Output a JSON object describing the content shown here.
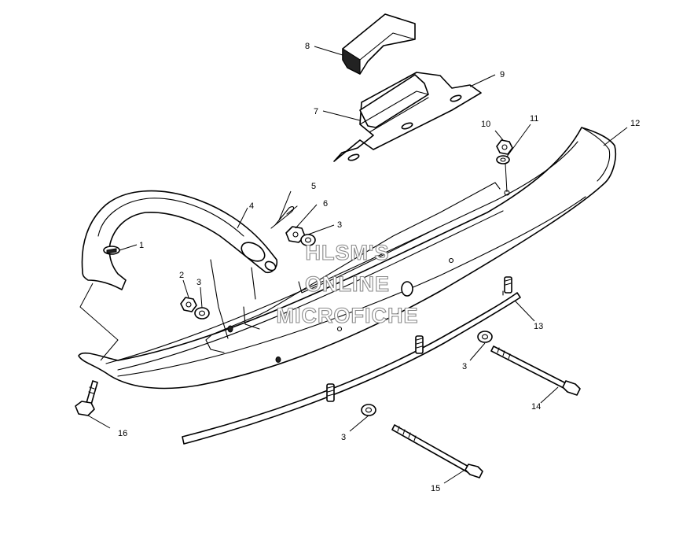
{
  "watermark": {
    "lines": [
      "HLSM'S",
      "ONLINE",
      "MICROFICHE"
    ]
  },
  "callouts": [
    {
      "id": "c1",
      "number": "1"
    },
    {
      "id": "c2",
      "number": "2"
    },
    {
      "id": "c3a",
      "number": "3"
    },
    {
      "id": "c3b",
      "number": "3"
    },
    {
      "id": "c3c",
      "number": "3"
    },
    {
      "id": "c3d",
      "number": "3"
    },
    {
      "id": "c4",
      "number": "4"
    },
    {
      "id": "c5",
      "number": "5"
    },
    {
      "id": "c6",
      "number": "6"
    },
    {
      "id": "c7",
      "number": "7"
    },
    {
      "id": "c8",
      "number": "8"
    },
    {
      "id": "c9",
      "number": "9"
    },
    {
      "id": "c10",
      "number": "10"
    },
    {
      "id": "c11",
      "number": "11"
    },
    {
      "id": "c12",
      "number": "12"
    },
    {
      "id": "c13",
      "number": "13"
    },
    {
      "id": "c14",
      "number": "14"
    },
    {
      "id": "c15",
      "number": "15"
    },
    {
      "id": "c16",
      "number": "16"
    }
  ]
}
